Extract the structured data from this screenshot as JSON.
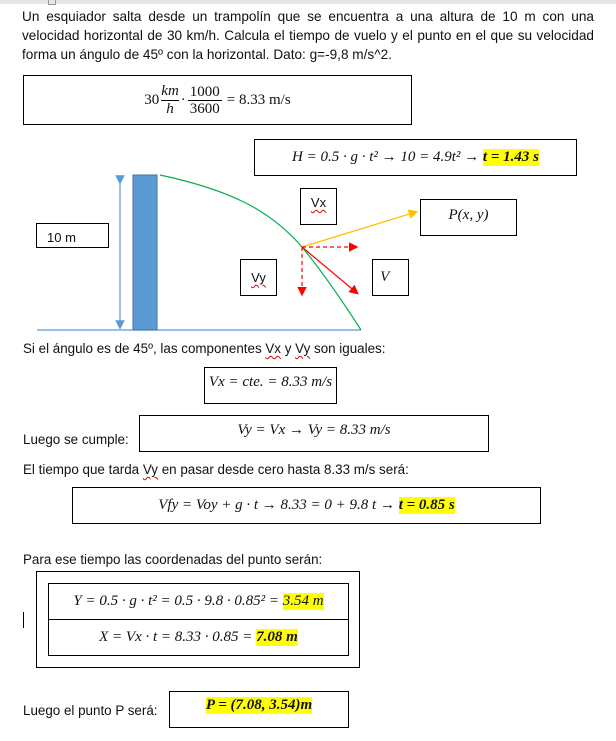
{
  "problem": "Un esquiador salta desde un trampolín que se encuentra a una altura de 10 m con una velocidad horizontal de 30 km/h. Calcula el tiempo de vuelo y el punto en el que su velocidad forma un ángulo de 45º con la horizontal. Dato: g=-9,8 m/s^2.",
  "conversion": {
    "coef": "30",
    "num1": "km",
    "den1": "h",
    "dot": "·",
    "num2": "1000",
    "den2": "3600",
    "result": "= 8.33 m/s"
  },
  "time_eq": {
    "main": "H = 0.5 · g · t² → 10 = 4.9t² →",
    "result": "t = 1.43 s"
  },
  "diagram": {
    "height_label": "10 m",
    "vx_label": "Vx",
    "vy_label": "Vy",
    "v_label": "V⃗",
    "point_label": "P(x, y)",
    "colors": {
      "pillar": "#5b9bd5",
      "trajectory": "#00b050",
      "velocity": "#ff0000",
      "position": "#ffc000"
    }
  },
  "text1": {
    "before": "Si el ángulo es de 45º, las componentes ",
    "vx": "Vx",
    "mid": " y ",
    "vy": "Vy",
    "after": " son iguales:"
  },
  "vx_eq": "Vx = cte. = 8.33 m/s",
  "text2": "Luego se cumple:",
  "vy_eq": "Vy = Vx → Vy = 8.33 m/s",
  "text3": {
    "before": "El tiempo que tarda ",
    "vy": "Vy",
    "after": " en pasar desde cero hasta 8.33 m/s será:"
  },
  "vfy_eq": {
    "main": "Vfy = Voy + g · t → 8.33 = 0 + 9.8 t →",
    "result": "t = 0.85 s"
  },
  "text4": "Para ese tiempo las coordenadas del punto serán:",
  "y_eq": {
    "main": "Y = 0.5 · g · t² = 0.5 · 9.8 · 0.85² =",
    "result": "3.54 m"
  },
  "x_eq": {
    "main": "X = Vx · t = 8.33 · 0.85 =",
    "result": "7.08 m"
  },
  "text5": "Luego el punto P será:",
  "p_eq": "P = (7.08, 3.54)m"
}
